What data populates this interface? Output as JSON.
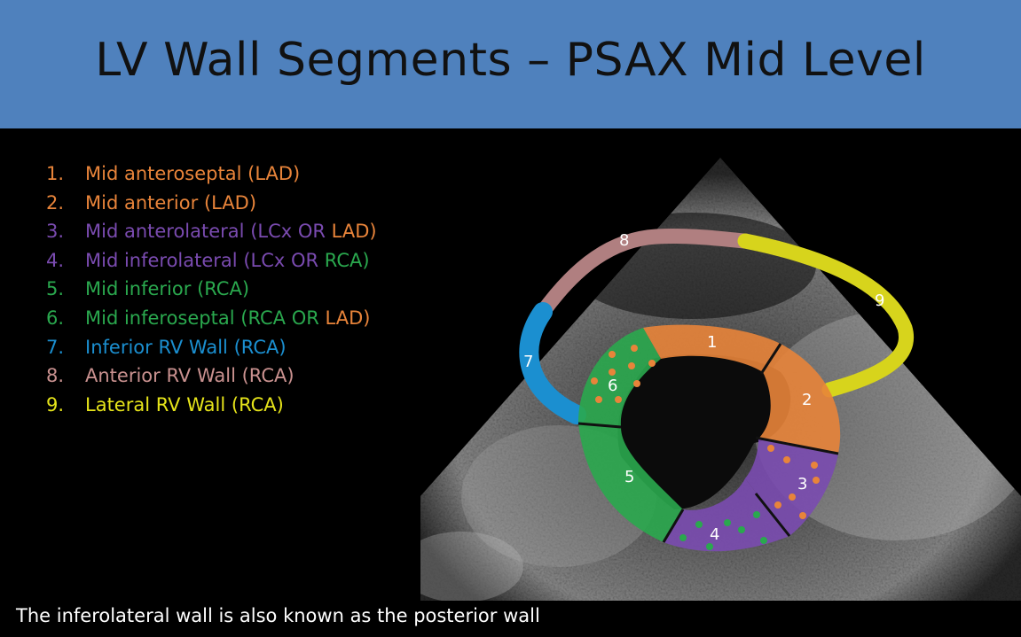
{
  "title": "LV Wall Segments – PSAX Mid Level",
  "segments": [
    {
      "num": "1.",
      "name": "Mid anteroseptal",
      "parts": [
        {
          "text": "(LAD)",
          "color": "#e8843a"
        }
      ],
      "color": "#e8843a"
    },
    {
      "num": "2.",
      "name": "Mid anterior",
      "parts": [
        {
          "text": "(LAD)",
          "color": "#e8843a"
        }
      ],
      "color": "#e8843a"
    },
    {
      "num": "3.",
      "name": "Mid anterolateral",
      "parts": [
        {
          "text": "(LCx OR",
          "color": "#7a4bb0"
        },
        {
          "text": "LAD)",
          "color": "#e8843a"
        }
      ],
      "color": "#7a4bb0"
    },
    {
      "num": "4.",
      "name": "Mid inferolateral",
      "parts": [
        {
          "text": "(LCx OR",
          "color": "#7a4bb0"
        },
        {
          "text": "RCA)",
          "color": "#2aa84e"
        }
      ],
      "color": "#7a4bb0"
    },
    {
      "num": "5.",
      "name": "Mid inferior",
      "parts": [
        {
          "text": "(RCA)",
          "color": "#2aa84e"
        }
      ],
      "color": "#2aa84e"
    },
    {
      "num": "6.",
      "name": "Mid inferoseptal ",
      "parts": [
        {
          "text": "(RCA OR",
          "color": "#2aa84e"
        },
        {
          "text": "LAD)",
          "color": "#e8843a"
        }
      ],
      "color": "#2aa84e"
    },
    {
      "num": "7.",
      "name": "Inferior RV Wall",
      "parts": [
        {
          "text": "(RCA)",
          "color": "#1b8fd0"
        }
      ],
      "color": "#1b8fd0"
    },
    {
      "num": "8.",
      "name": "Anterior RV Wall",
      "parts": [
        {
          "text": "(RCA)",
          "color": "#c9918f"
        }
      ],
      "color": "#c9918f"
    },
    {
      "num": "9.",
      "name": "Lateral  RV Wall",
      "parts": [
        {
          "text": "(RCA)",
          "color": "#e6e41a"
        }
      ],
      "color": "#e6e41a"
    }
  ],
  "diagram_labels": [
    "1",
    "2",
    "3",
    "4",
    "5",
    "6",
    "7",
    "8",
    "9"
  ],
  "footer": "The inferolateral wall is also known as the posterior wall",
  "colors": {
    "title_bar": "#4f81bd",
    "orange": "#e8843a",
    "purple": "#7a4bb0",
    "green": "#2aa84e",
    "blue": "#1b8fd0",
    "pink": "#b07f80",
    "yellow": "#d7d41c"
  }
}
